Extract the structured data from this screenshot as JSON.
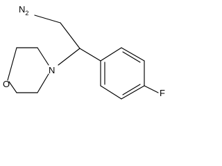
{
  "molecule": {
    "atoms": {
      "amine": {
        "element": "N",
        "hydrogens": "2"
      },
      "morpholine_nitrogen": {
        "element": "N"
      },
      "morpholine_oxygen": {
        "element": "O"
      },
      "fluorine": {
        "element": "F"
      }
    }
  }
}
